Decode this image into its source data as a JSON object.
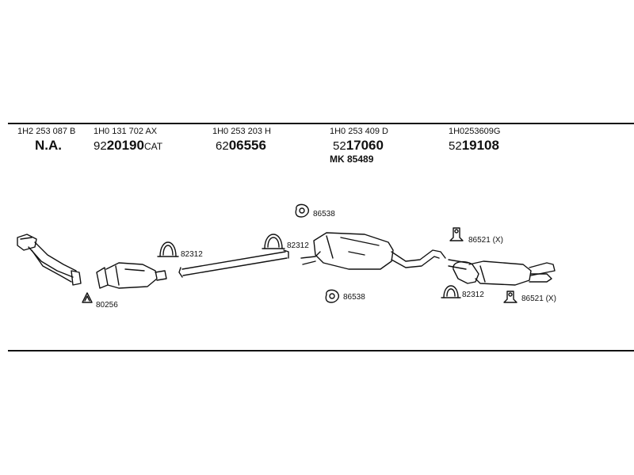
{
  "columns": [
    {
      "oe": "1H2 253 087 B",
      "main": "N.A."
    },
    {
      "oe": "1H0 131 702 AX",
      "prefix": "92",
      "number": "20190",
      "suffix": "CAT"
    },
    {
      "oe": "1H0 253 203 H",
      "prefix": "62",
      "number": "06556"
    },
    {
      "oe": "1H0 253 409 D",
      "prefix": "52",
      "number": "17060",
      "extra": "MK  85489"
    },
    {
      "oe": "1H0253609G",
      "prefix": "52",
      "number": "19108"
    }
  ],
  "part_labels": {
    "gasket_80256": "80256",
    "clamp_82312_a": "82312",
    "clamp_82312_b": "82312",
    "clamp_82312_c": "82312",
    "rubber_86538_top": "86538",
    "rubber_86538_bottom": "86538",
    "hanger_86521_top": "86521 (X)",
    "hanger_86521_bottom": "86521 (X)"
  }
}
